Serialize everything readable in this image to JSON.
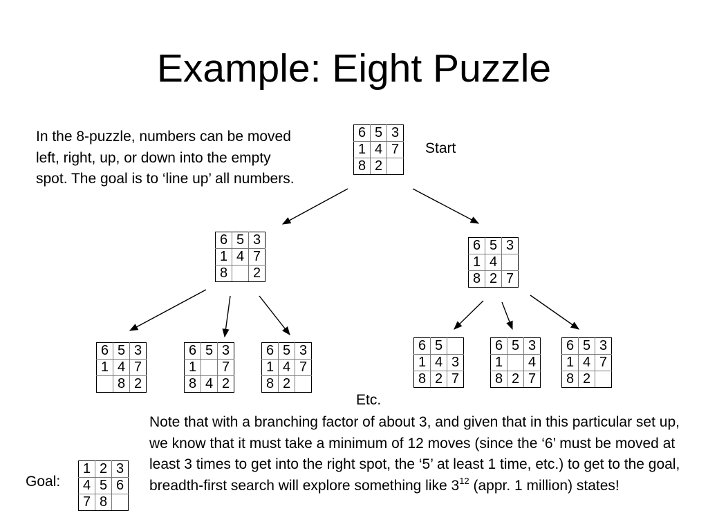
{
  "title": "Example: Eight Puzzle",
  "intro": "In the 8-puzzle, numbers can be moved left, right, up, or down into the empty spot. The goal is to ‘line up’ all numbers.",
  "labels": {
    "start": "Start",
    "etc": "Etc.",
    "goal": "Goal:"
  },
  "note": {
    "text": "Note that with a branching factor of about 3, and given that in this particular set up, we know that it must take a minimum of 12 moves (since the ‘6’ must be moved at least 3 times to get into the right spot, the ‘5’ at least 1 time, etc.) to get to the goal, breadth-first search will explore something like 3",
    "exponent": "12",
    "tail": " (appr. 1 million) states!"
  },
  "boards": {
    "start": [
      [
        "6",
        "5",
        "3"
      ],
      [
        "1",
        "4",
        "7"
      ],
      [
        "8",
        "2",
        ""
      ]
    ],
    "left": [
      [
        "6",
        "5",
        "3"
      ],
      [
        "1",
        "4",
        "7"
      ],
      [
        "8",
        "",
        "2"
      ]
    ],
    "right": [
      [
        "6",
        "5",
        "3"
      ],
      [
        "1",
        "4",
        ""
      ],
      [
        "8",
        "2",
        "7"
      ]
    ],
    "left_a": [
      [
        "6",
        "5",
        "3"
      ],
      [
        "1",
        "4",
        "7"
      ],
      [
        "",
        "8",
        "2"
      ]
    ],
    "left_b": [
      [
        "6",
        "5",
        "3"
      ],
      [
        "1",
        "",
        "7"
      ],
      [
        "8",
        "4",
        "2"
      ]
    ],
    "left_c": [
      [
        "6",
        "5",
        "3"
      ],
      [
        "1",
        "4",
        "7"
      ],
      [
        "8",
        "2",
        ""
      ]
    ],
    "right_a": [
      [
        "6",
        "5",
        ""
      ],
      [
        "1",
        "4",
        "3"
      ],
      [
        "8",
        "2",
        "7"
      ]
    ],
    "right_b": [
      [
        "6",
        "5",
        "3"
      ],
      [
        "1",
        "",
        "4"
      ],
      [
        "8",
        "2",
        "7"
      ]
    ],
    "right_c": [
      [
        "6",
        "5",
        "3"
      ],
      [
        "1",
        "4",
        "7"
      ],
      [
        "8",
        "2",
        ""
      ]
    ],
    "goal": [
      [
        "1",
        "2",
        "3"
      ],
      [
        "4",
        "5",
        "6"
      ],
      [
        "7",
        "8",
        ""
      ]
    ]
  }
}
